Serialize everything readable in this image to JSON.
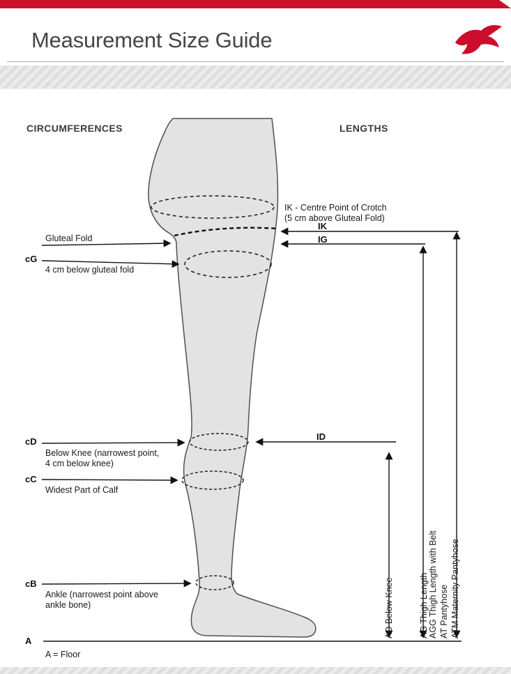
{
  "header": {
    "title": "Measurement Size Guide",
    "logo": "swallow-logo"
  },
  "sections": {
    "circumferences": "CIRCUMFERENCES",
    "lengths": "LENGTHS"
  },
  "circumference_labels": {
    "gluteal_fold": "Gluteal Fold",
    "cg_code": "cG",
    "cg_desc": "4 cm below gluteal fold",
    "cd_code": "cD",
    "cd_desc": "Below Knee (narrowest point, 4 cm below knee)",
    "cc_code": "cC",
    "cc_desc": "Widest Part of Calf",
    "cb_code": "cB",
    "cb_desc": "Ankle (narrowest point above ankle bone)",
    "a_code": "A",
    "a_desc": "A = Floor"
  },
  "length_labels": {
    "ik_note_line1": "IK - Centre Point of Crotch",
    "ik_note_line2": "(5 cm above Gluteal Fold)",
    "ik": "IK",
    "ig": "IG",
    "id": "ID",
    "ad": "AD Below Knee",
    "ag": "AG Thigh Length",
    "agg_line1": "AGG Thigh Length with Belt",
    "agg_line2": "AT Pantyhose",
    "agg_line3": "ATM Maternity Pantyhose"
  },
  "colors": {
    "accent_red": "#cc0e2d",
    "leg_fill": "#e3e3e3",
    "line_color": "#1a1a1a"
  }
}
